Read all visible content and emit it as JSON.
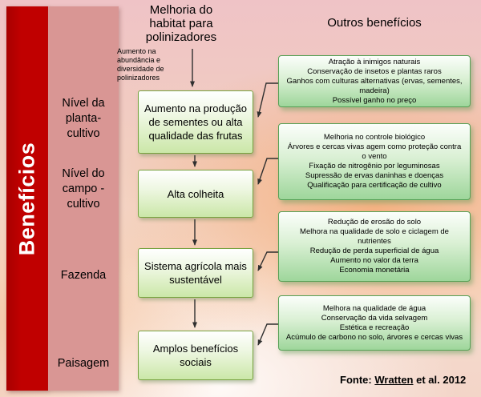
{
  "sidebar": {
    "title": "Benefícios",
    "levels": [
      "Nível da\nplanta-\ncultivo",
      "Nível do\ncampo -\ncultivo",
      "Fazenda",
      "Paisagem"
    ]
  },
  "flow": {
    "title": "Melhoria do\nhabitat para\npolinizadores",
    "annotation": "Aumento na\nabundância e\ndiversidade de\npolinizadores",
    "boxes": [
      "Aumento na produção de sementes ou alta qualidade das frutas",
      "Alta colheita",
      "Sistema agrícola mais sustentável",
      "Amplos benefícios sociais"
    ]
  },
  "other": {
    "title": "Outros benefícios",
    "boxes": [
      {
        "lines": [
          "Atração à inimigos naturais",
          "Conservação de insetos e plantas raros",
          "Ganhos com culturas alternativas (ervas, sementes, madeira)",
          "Possível ganho no preço"
        ]
      },
      {
        "lines": [
          "Melhoria no controle biológico",
          "Árvores e cercas vivas agem como proteção contra o vento",
          "Fixação de nitrogênio por leguminosas",
          "Supressão de ervas daninhas e doenças",
          "Qualificação para certificação de cultivo"
        ]
      },
      {
        "lines": [
          "Redução de erosão do solo",
          "Melhora na qualidade de solo e ciclagem de nutrientes",
          "Redução de perda superficial de água",
          "Aumento no valor da terra",
          "Economia monetária"
        ]
      },
      {
        "lines": [
          "Melhora na qualidade de água",
          "Conservação da vida selvagem",
          "Estética e recreação",
          "Acúmulo de carbono no solo, árvores e cercas vivas"
        ]
      }
    ]
  },
  "footer": {
    "label": "Fonte:",
    "author": "Wratten",
    "rest": "et al. 2012"
  },
  "colors": {
    "axis_red": "#c00000",
    "levels_pink": "#d99694",
    "flow_box_border": "#76a23e",
    "side_box_border": "#55a055"
  }
}
